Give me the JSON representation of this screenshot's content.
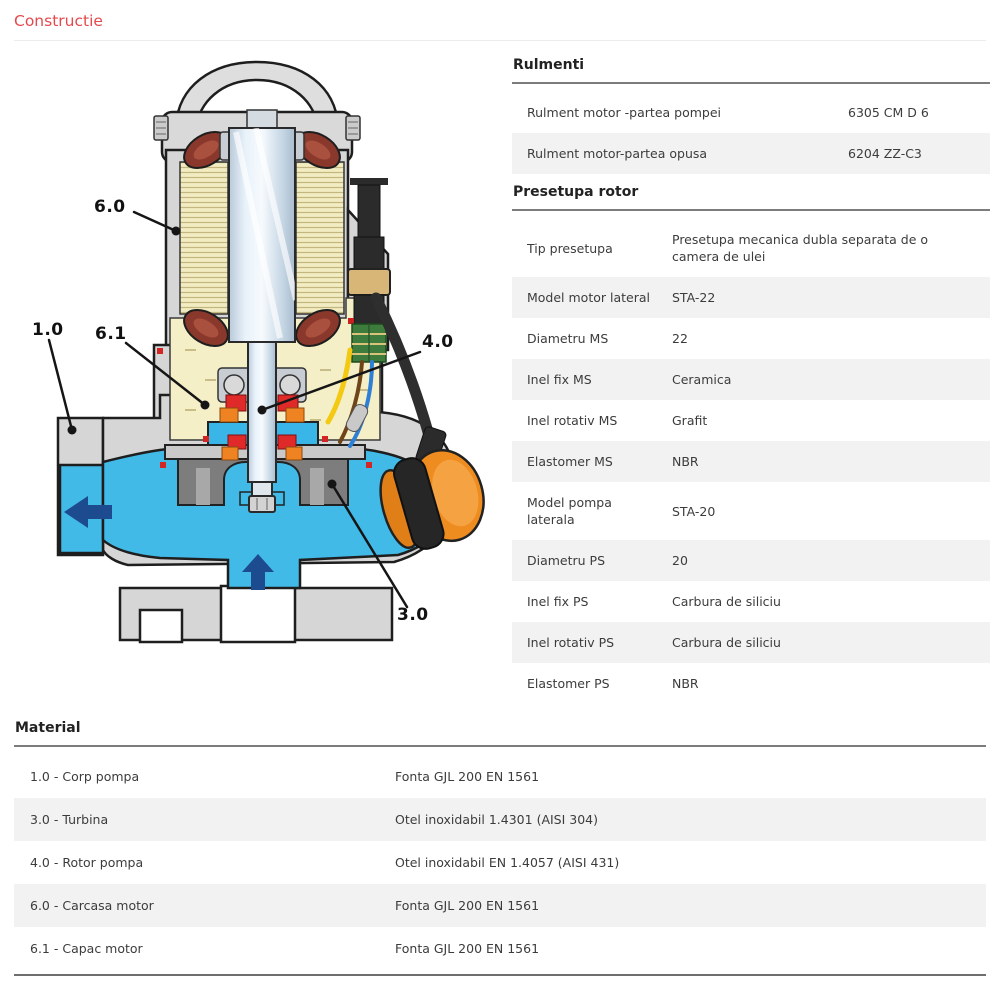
{
  "page": {
    "title": "Constructie"
  },
  "colors": {
    "accent_red": "#e5494d",
    "row_stripe": "#f2f2f2",
    "water_blue": "#41bae8",
    "arrow_blue": "#1c4b8f",
    "float_orange": "#ef8c1f",
    "oil_yellow": "#f5efc7"
  },
  "diagram": {
    "description": "Cross-section of submersible pump with float switch",
    "callouts": [
      {
        "label": "6.0"
      },
      {
        "label": "1.0"
      },
      {
        "label": "6.1"
      },
      {
        "label": "4.0"
      },
      {
        "label": "3.0"
      }
    ]
  },
  "tables": {
    "rulmenti": {
      "title": "Rulmenti",
      "rows": [
        {
          "label": "Rulment motor -partea pompei",
          "value": "6305 CM D 6"
        },
        {
          "label": "Rulment motor-partea opusa",
          "value": "6204 ZZ-C3"
        }
      ]
    },
    "presetupa": {
      "title": "Presetupa rotor",
      "rows": [
        {
          "label": "Tip presetupa",
          "value": "Presetupa mecanica dubla separata de o camera de ulei"
        },
        {
          "label": "Model motor lateral",
          "value": "STA-22"
        },
        {
          "label": "Diametru MS",
          "value": "22"
        },
        {
          "label": "Inel fix MS",
          "value": "Ceramica"
        },
        {
          "label": "Inel rotativ MS",
          "value": "Grafit"
        },
        {
          "label": "Elastomer MS",
          "value": "NBR"
        },
        {
          "label": "Model pompa laterala",
          "value": "STA-20"
        },
        {
          "label": "Diametru PS",
          "value": "20"
        },
        {
          "label": "Inel fix PS",
          "value": "Carbura de siliciu"
        },
        {
          "label": "Inel rotativ PS",
          "value": "Carbura de siliciu"
        },
        {
          "label": "Elastomer PS",
          "value": "NBR"
        }
      ]
    },
    "material": {
      "title": "Material",
      "rows": [
        {
          "label": "1.0 - Corp pompa",
          "value": "Fonta GJL 200 EN 1561"
        },
        {
          "label": "3.0 - Turbina",
          "value": "Otel inoxidabil 1.4301 (AISI 304)"
        },
        {
          "label": "4.0 - Rotor pompa",
          "value": "Otel inoxidabil EN 1.4057 (AISI 431)"
        },
        {
          "label": "6.0 - Carcasa motor",
          "value": "Fonta GJL 200 EN 1561"
        },
        {
          "label": "6.1 - Capac motor",
          "value": "Fonta GJL 200 EN 1561"
        }
      ]
    }
  }
}
